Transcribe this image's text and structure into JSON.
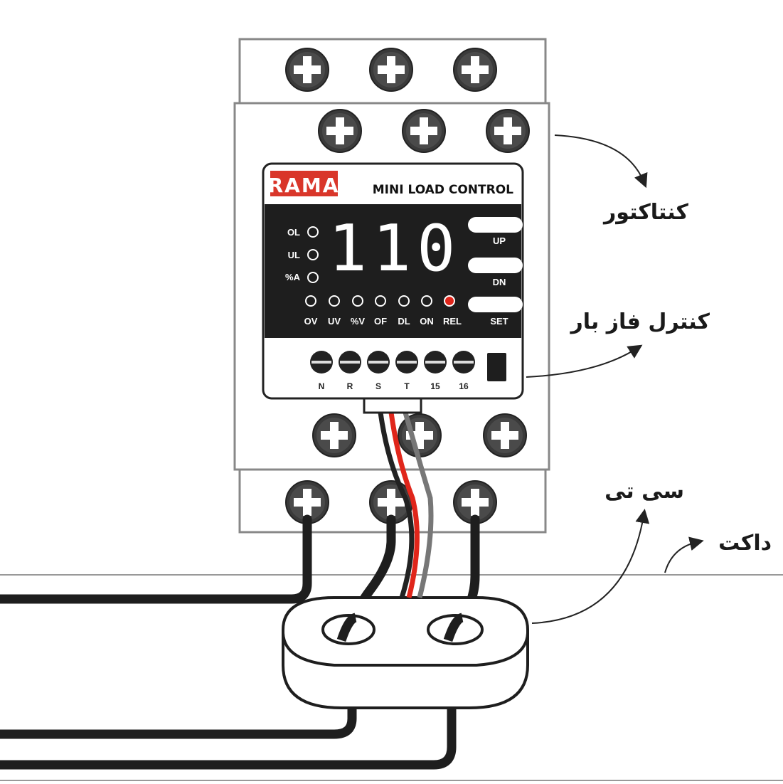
{
  "device": {
    "brand": "RAMA",
    "title": "MINI LOAD CONTROL",
    "display_value": "110",
    "side_leds": [
      "OL",
      "UL",
      "%A"
    ],
    "bottom_leds": [
      "OV",
      "UV",
      "%V",
      "OF",
      "DL",
      "ON",
      "REL"
    ],
    "active_led": "REL",
    "buttons": [
      "UP",
      "DN",
      "SET"
    ],
    "terminals": [
      "N",
      "R",
      "S",
      "T",
      "15",
      "16"
    ]
  },
  "callouts": {
    "contactor": "کنتاکتور",
    "phase_control": "کنترل فاز بار",
    "ct": "سی تی",
    "duct": "داکت"
  },
  "colors": {
    "led_active": "#e0261b",
    "brand": "#d9362a",
    "panel": "#1e1e1e"
  }
}
